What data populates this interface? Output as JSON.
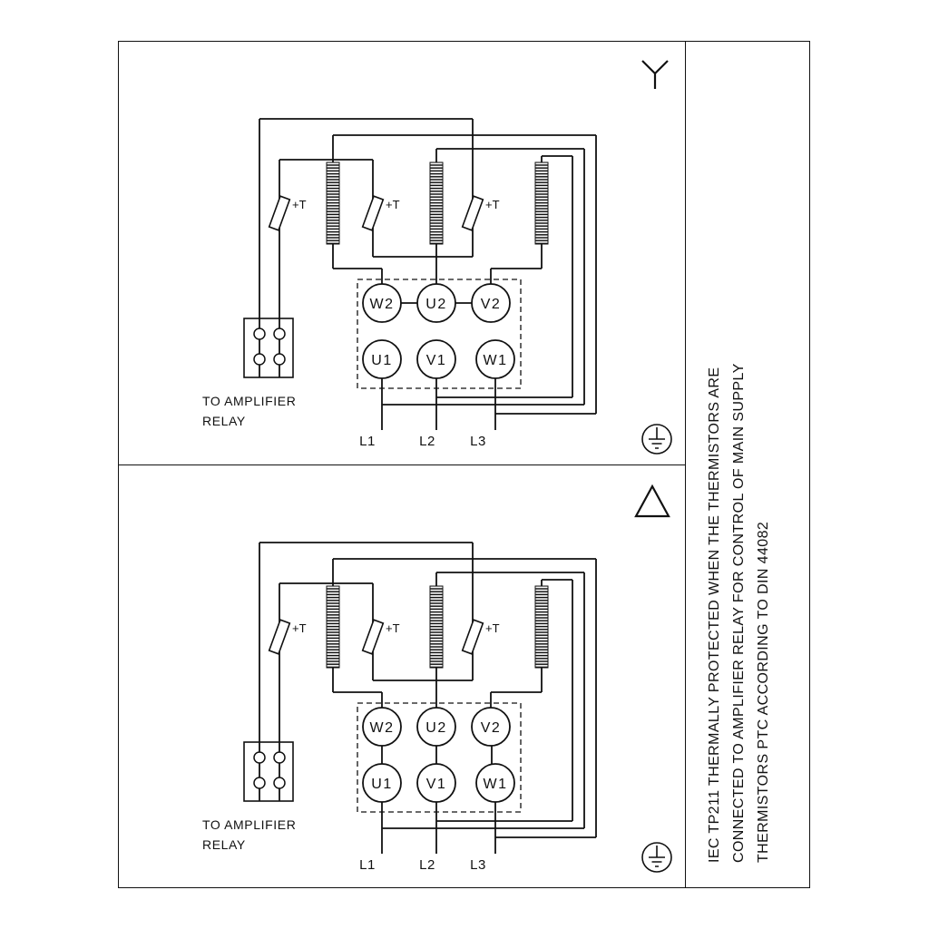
{
  "diagram": {
    "type": "motor-terminal-wiring",
    "panels": [
      {
        "connection": "star",
        "relay_caption": [
          "TO AMPLIFIER",
          "RELAY"
        ],
        "thermistor_label": "+T",
        "terminals_top": [
          "W2",
          "U2",
          "V2"
        ],
        "terminals_bottom": [
          "U1",
          "V1",
          "W1"
        ],
        "supply_labels": [
          "L1",
          "L2",
          "L3"
        ]
      },
      {
        "connection": "delta",
        "relay_caption": [
          "TO AMPLIFIER",
          "RELAY"
        ],
        "thermistor_label": "+T",
        "terminals_top": [
          "W2",
          "U2",
          "V2"
        ],
        "terminals_bottom": [
          "U1",
          "V1",
          "W1"
        ],
        "supply_labels": [
          "L1",
          "L2",
          "L3"
        ]
      }
    ],
    "side_note_lines": [
      "IEC TP211 THERMALLY PROTECTED WHEN THE THERMISTORS ARE",
      "CONNECTED TO AMPLIFIER RELAY FOR CONTROL OF MAIN SUPPLY",
      "THERMISTORS PTC ACCORDING TO DIN 44082"
    ]
  },
  "colors": {
    "line": "#111111",
    "background": "#ffffff"
  }
}
